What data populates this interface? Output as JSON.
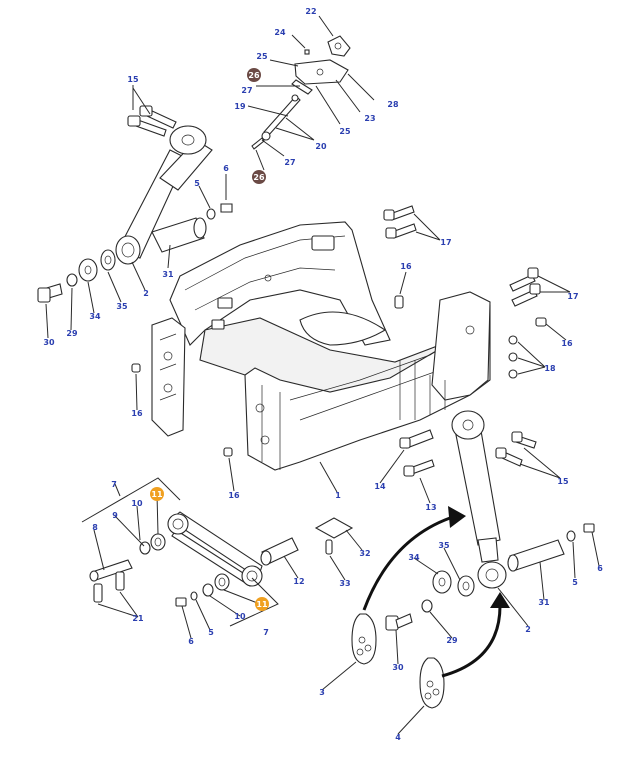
{
  "callouts": [
    {
      "id": "c22a",
      "text": "22"
    },
    {
      "id": "c24",
      "text": "24"
    },
    {
      "id": "c25a",
      "text": "25"
    },
    {
      "id": "c26a",
      "text": "26"
    },
    {
      "id": "c27a",
      "text": "27"
    },
    {
      "id": "c19",
      "text": "19"
    },
    {
      "id": "c28",
      "text": "28"
    },
    {
      "id": "c23",
      "text": "23"
    },
    {
      "id": "c25b",
      "text": "25"
    },
    {
      "id": "c20",
      "text": "20"
    },
    {
      "id": "c27b",
      "text": "27"
    },
    {
      "id": "c26b",
      "text": "26"
    },
    {
      "id": "c15a",
      "text": "15"
    },
    {
      "id": "c6a",
      "text": "6"
    },
    {
      "id": "c5a",
      "text": "5"
    },
    {
      "id": "c31a",
      "text": "31"
    },
    {
      "id": "c2a",
      "text": "2"
    },
    {
      "id": "c35a",
      "text": "35"
    },
    {
      "id": "c34a",
      "text": "34"
    },
    {
      "id": "c29a",
      "text": "29"
    },
    {
      "id": "c30a",
      "text": "30"
    },
    {
      "id": "c17a",
      "text": "17"
    },
    {
      "id": "c16a",
      "text": "16"
    },
    {
      "id": "c17b",
      "text": "17"
    },
    {
      "id": "c16b",
      "text": "16"
    },
    {
      "id": "c18",
      "text": "18"
    },
    {
      "id": "c16c",
      "text": "16"
    },
    {
      "id": "c16d",
      "text": "16"
    },
    {
      "id": "c1",
      "text": "1"
    },
    {
      "id": "c14",
      "text": "14"
    },
    {
      "id": "c13",
      "text": "13"
    },
    {
      "id": "c15b",
      "text": "15"
    },
    {
      "id": "c7a",
      "text": "7"
    },
    {
      "id": "c9",
      "text": "9"
    },
    {
      "id": "c10a",
      "text": "10"
    },
    {
      "id": "c11a",
      "text": "11"
    },
    {
      "id": "c8",
      "text": "8"
    },
    {
      "id": "c12",
      "text": "12"
    },
    {
      "id": "c32",
      "text": "32"
    },
    {
      "id": "c33",
      "text": "33"
    },
    {
      "id": "c21",
      "text": "21"
    },
    {
      "id": "c6b",
      "text": "6"
    },
    {
      "id": "c5b",
      "text": "5"
    },
    {
      "id": "c10b",
      "text": "10"
    },
    {
      "id": "c11b",
      "text": "11"
    },
    {
      "id": "c7b",
      "text": "7"
    },
    {
      "id": "c35b",
      "text": "35"
    },
    {
      "id": "c34b",
      "text": "34"
    },
    {
      "id": "c29b",
      "text": "29"
    },
    {
      "id": "c30b",
      "text": "30"
    },
    {
      "id": "c31b",
      "text": "31"
    },
    {
      "id": "c2b",
      "text": "2"
    },
    {
      "id": "c5c",
      "text": "5"
    },
    {
      "id": "c6c",
      "text": "6"
    },
    {
      "id": "c3",
      "text": "3"
    },
    {
      "id": "c4",
      "text": "4"
    }
  ],
  "colors": {
    "callout": "#2b3fb0",
    "badge_dark": "#6b4a45",
    "badge_orange": "#f0a020",
    "line": "#2a2a2a"
  }
}
